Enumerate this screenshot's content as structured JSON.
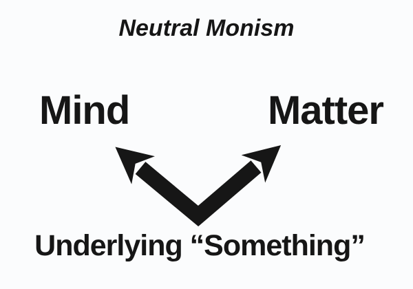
{
  "diagram": {
    "title": "Neutral Monism",
    "left_node": "Mind",
    "right_node": "Matter",
    "base_node": "Underlying “Something”",
    "arrow": {
      "type": "double-headed-v",
      "from": "base_node",
      "to": [
        "left_node",
        "right_node"
      ],
      "color": "#161616"
    },
    "colors": {
      "ink": "#161616",
      "background": "#fbfcfd"
    }
  }
}
